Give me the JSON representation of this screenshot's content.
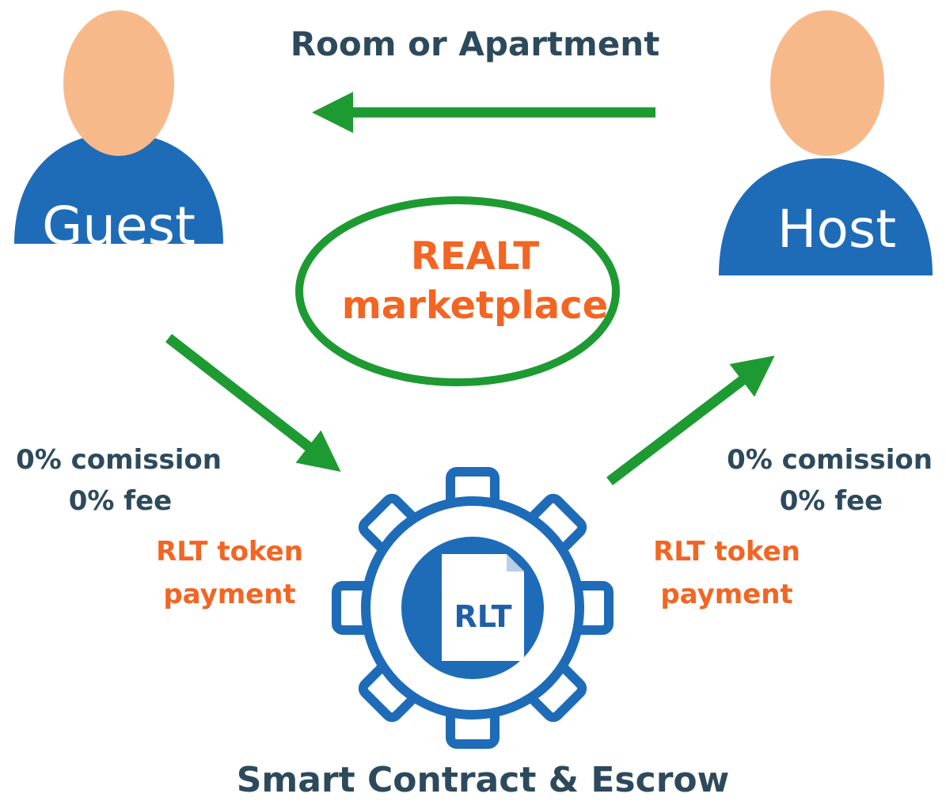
{
  "top_label": "Room or Apartment",
  "guest": {
    "label": "Guest"
  },
  "host": {
    "label": "Host"
  },
  "marketplace": {
    "line1": "REALT",
    "line2": "marketplace"
  },
  "left_terms": {
    "line1": "0% comission",
    "line2": "0% fee"
  },
  "right_terms": {
    "line1": "0% comission",
    "line2": "0% fee"
  },
  "left_payment": {
    "line1": "RLT token",
    "line2": "payment"
  },
  "right_payment": {
    "line1": "RLT token",
    "line2": "payment"
  },
  "token_label": "RLT",
  "bottom_label": "Smart Contract & Escrow",
  "colors": {
    "person_head": "#f8b98a",
    "person_body": "#1e6cb8",
    "arrow_green": "#1e9a32",
    "navy_text": "#2d4a5c",
    "orange_text": "#f26522",
    "gear_blue": "#1e6cb8"
  },
  "icons": [
    "guest-person-icon",
    "host-person-icon",
    "gear-icon",
    "document-icon"
  ]
}
